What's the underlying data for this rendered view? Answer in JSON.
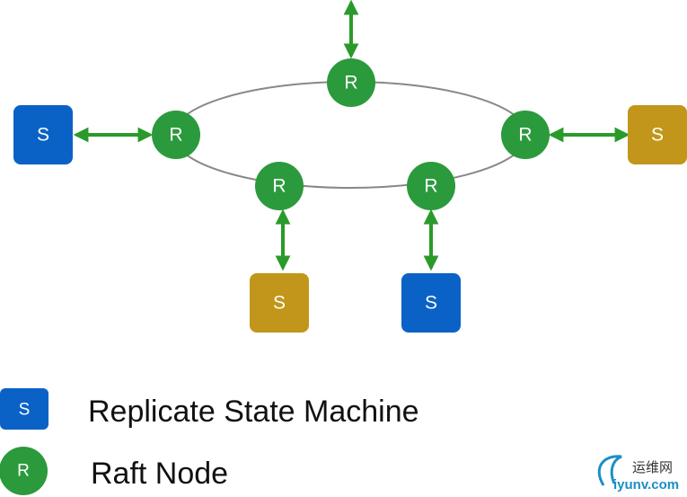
{
  "diagram": {
    "raft_node_label": "R",
    "state_machine_label": "S",
    "colors": {
      "raft_node": "#2b9a3c",
      "state_machine_blue": "#0a62c6",
      "state_machine_gold": "#c2961a",
      "arrow": "#2a9a2a",
      "ring": "#888888"
    }
  },
  "legend": {
    "state_machine": "Replicate State Machine",
    "raft_node": "Raft Node"
  },
  "watermark": {
    "cn": "运维网",
    "en": "iyunv.com"
  }
}
